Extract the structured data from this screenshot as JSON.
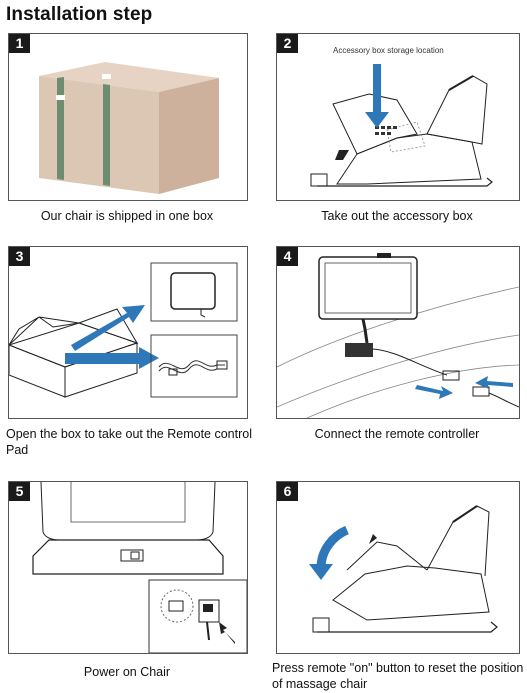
{
  "page": {
    "title": "Installation step"
  },
  "steps": [
    {
      "number": "1",
      "caption": "Our chair is shipped in one box"
    },
    {
      "number": "2",
      "caption": "Take out the accessory box",
      "label": "Accessory box storage location"
    },
    {
      "number": "3",
      "caption_line1": "Open the box to take out the Remote control",
      "caption_line2": "Pad"
    },
    {
      "number": "4",
      "caption": "Connect the remote controller"
    },
    {
      "number": "5",
      "caption": "Power on Chair"
    },
    {
      "number": "6",
      "caption_line1": "Press remote \"on\" button to reset the position",
      "caption_line2": "of massage chair"
    }
  ],
  "colors": {
    "box_front": "#dcc6b4",
    "box_side": "#cdb19c",
    "box_top": "#e6d3c3",
    "strap": "#6e8c70",
    "arrow_blue": "#2e78b9"
  }
}
